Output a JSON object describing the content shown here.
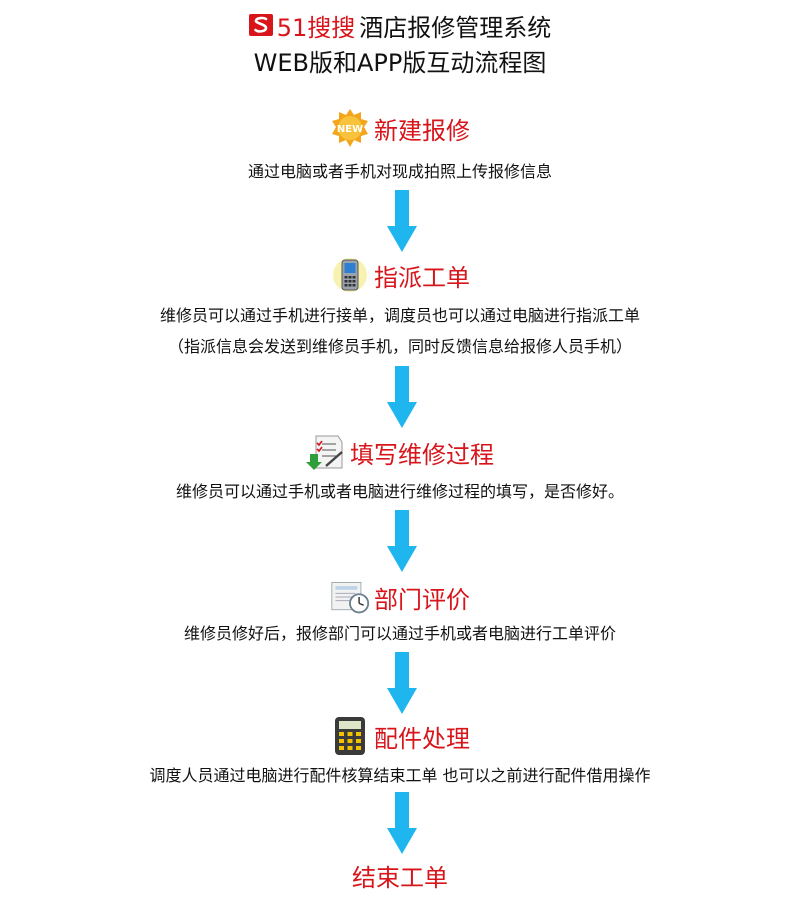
{
  "header": {
    "brand": "51搜搜",
    "system_name": "酒店报修管理系统",
    "subtitle": "WEB版和APP版互动流程图"
  },
  "steps": [
    {
      "title": "新建报修",
      "icon": "new-badge-icon",
      "desc": [
        "通过电脑或者手机对现成拍照上传报修信息"
      ]
    },
    {
      "title": "指派工单",
      "icon": "mobile-phone-icon",
      "desc": [
        "维修员可以通过手机进行接单，调度员也可以通过电脑进行指派工单",
        "（指派信息会发送到维修员手机，同时反馈信息给报修人员手机）"
      ]
    },
    {
      "title": "填写维修过程",
      "icon": "checklist-pen-icon",
      "desc": [
        "维修员可以通过手机或者电脑进行维修过程的填写，是否修好。"
      ]
    },
    {
      "title": "部门评价",
      "icon": "document-clock-icon",
      "desc": [
        "维修员修好后，报修部门可以通过手机或者电脑进行工单评价"
      ]
    },
    {
      "title": "配件处理",
      "icon": "calculator-icon",
      "desc": [
        "调度人员通过电脑进行配件核算结束工单 也可以之前进行配件借用操作"
      ]
    },
    {
      "title": "结束工单",
      "desc": []
    }
  ],
  "colors": {
    "title_red": "#d7151b",
    "arrow_blue": "#1fb6f0",
    "text": "#111111"
  }
}
